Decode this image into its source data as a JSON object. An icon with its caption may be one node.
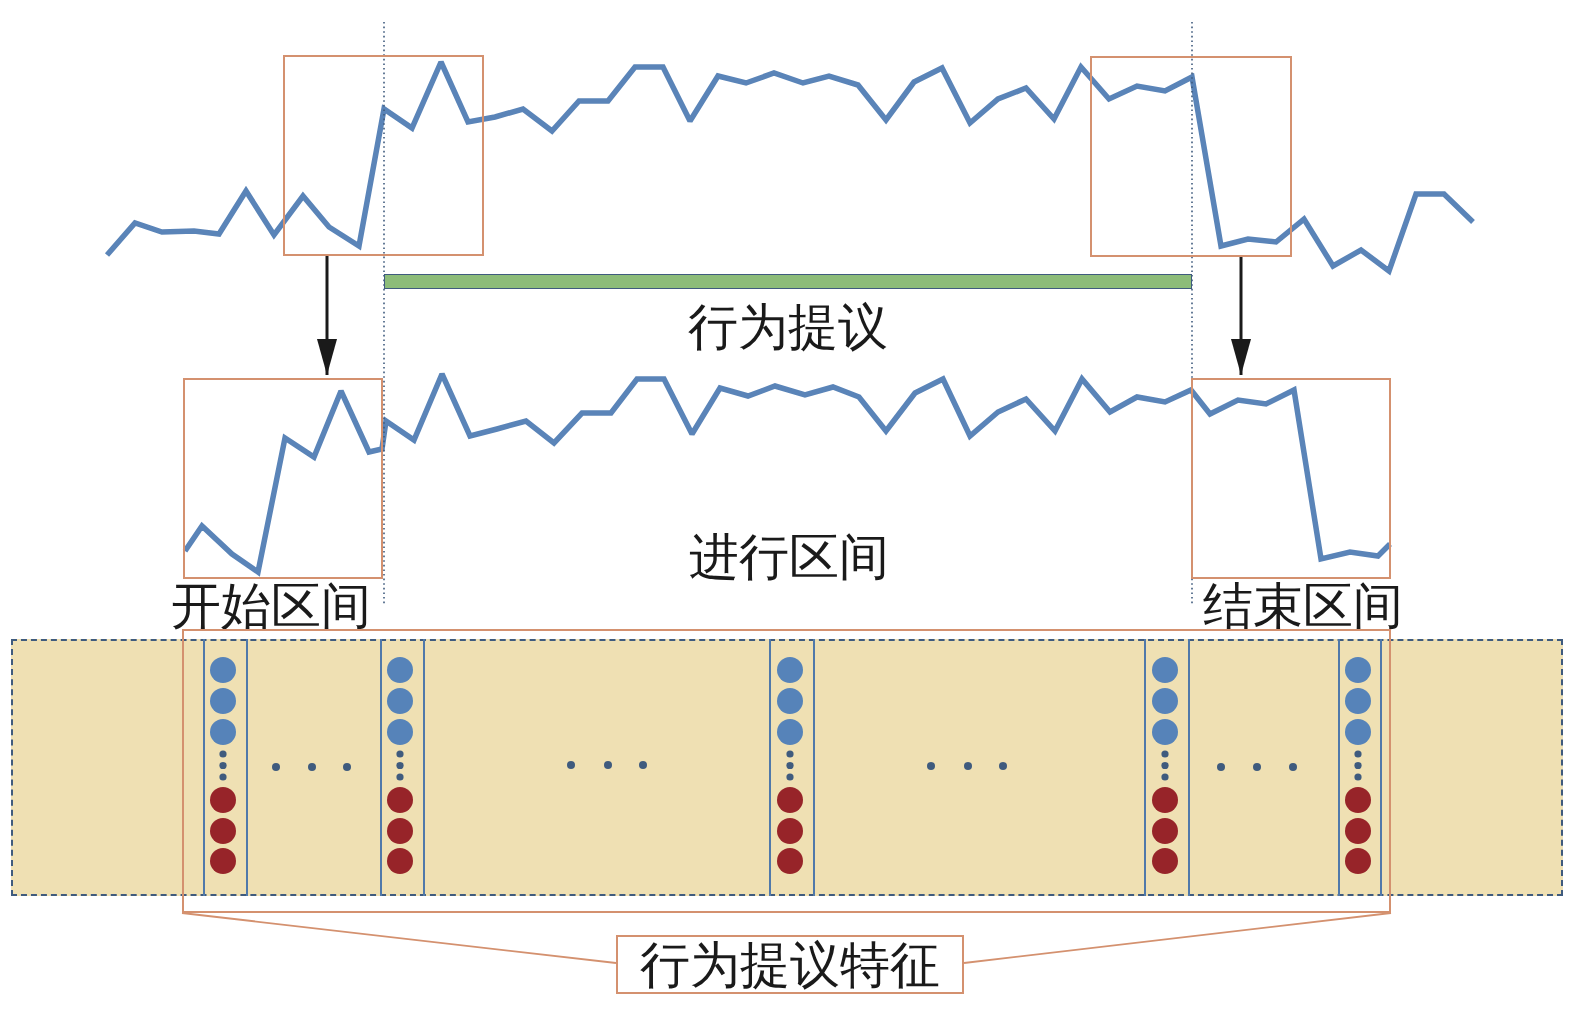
{
  "diagram": {
    "nodes": [
      {
        "text": [],
        "shape": "box"
      },
      {
        "text": [],
        "shape": "box"
      },
      {
        "text": [
          "行为提议"
        ]
      },
      {
        "text": [
          "开始区间"
        ]
      },
      {
        "text": [
          "结束区间"
        ]
      },
      {
        "text": [],
        "shape": "box"
      },
      {
        "text": [
          "行为提议特征"
        ]
      }
    ],
    "edges": [
      {
        "from": 0,
        "to": 3,
        "arrow": "to"
      },
      {
        "from": 1,
        "to": 4,
        "arrow": "to"
      },
      {
        "from": 6,
        "to": 5,
        "arrow": "none",
        "color": "#d4916f"
      },
      {
        "from": 6,
        "to": 5,
        "arrow": "none",
        "color": "#d4916f"
      }
    ],
    "labels": [
      "进行区间"
    ]
  }
}
